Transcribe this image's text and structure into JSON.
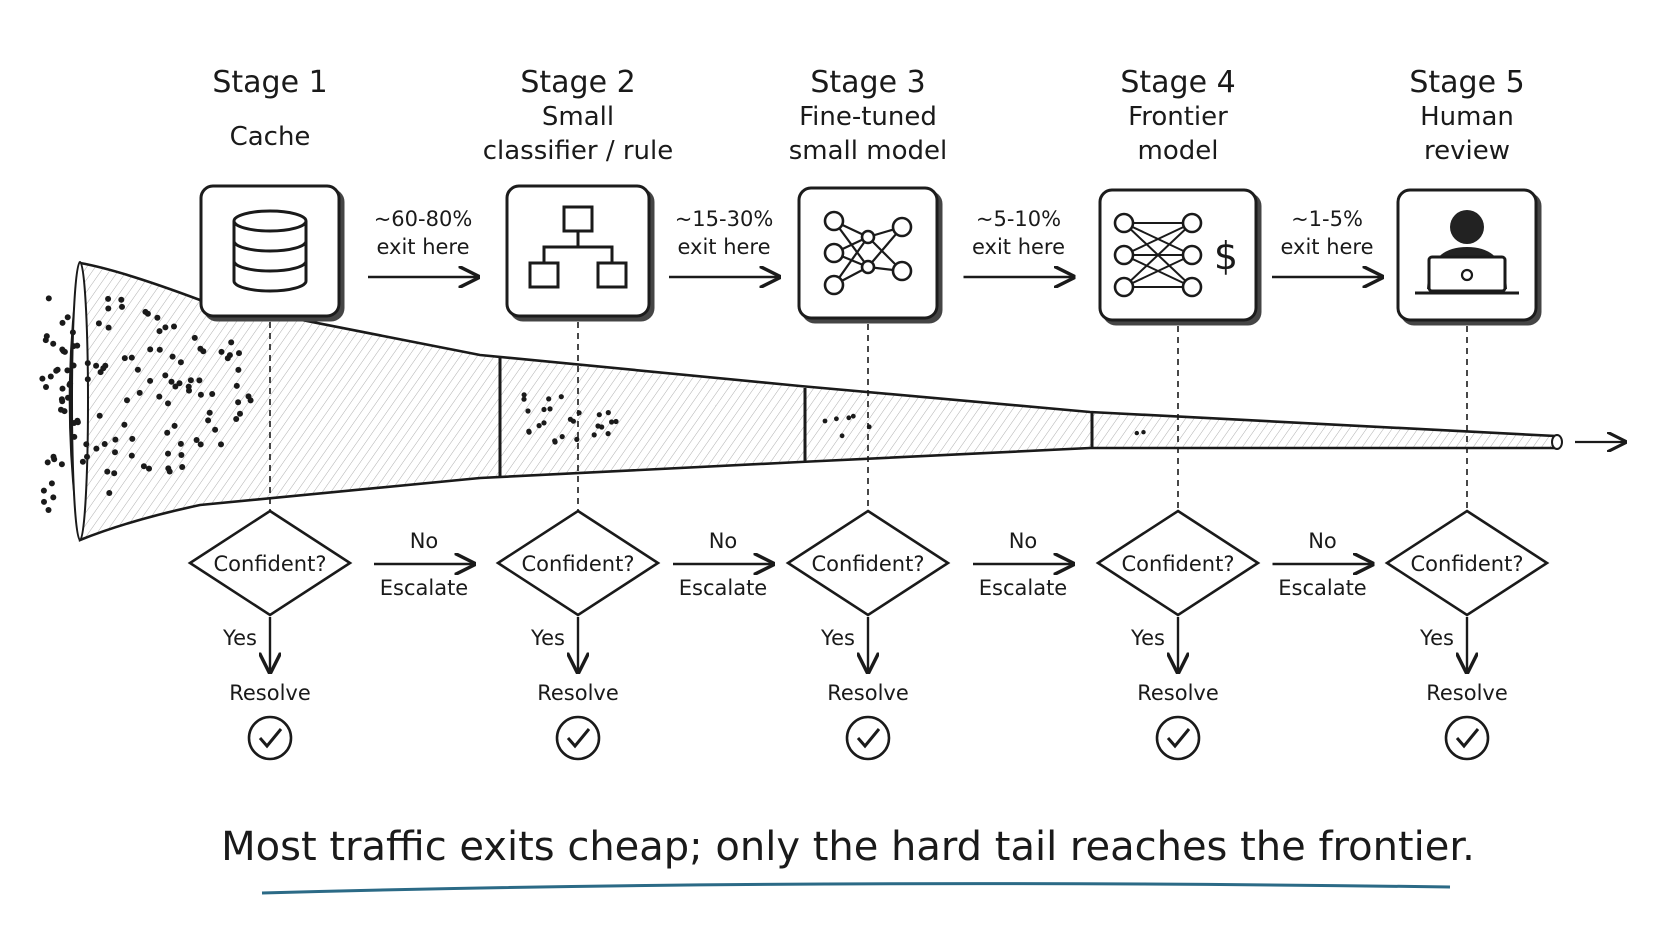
{
  "stages": [
    {
      "title": "Stage 1",
      "subtitle": [
        "Cache"
      ],
      "icon": "database-icon",
      "exit": [
        "~60-80%",
        "exit here"
      ],
      "no": "No",
      "escalate": "Escalate"
    },
    {
      "title": "Stage 2",
      "subtitle": [
        "Small",
        "classifier / rule"
      ],
      "icon": "hierarchy-icon",
      "exit": [
        "~15-30%",
        "exit here"
      ],
      "no": "No",
      "escalate": "Escalate"
    },
    {
      "title": "Stage 3",
      "subtitle": [
        "Fine-tuned",
        "small model"
      ],
      "icon": "network-icon",
      "exit": [
        "~5-10%",
        "exit here"
      ],
      "no": "No",
      "escalate": "Escalate"
    },
    {
      "title": "Stage 4",
      "subtitle": [
        "Frontier",
        "model"
      ],
      "icon": "neural-net-dollar-icon",
      "dollar": "$",
      "exit": [
        "~1-5%",
        "exit here"
      ],
      "no": "No",
      "escalate": "Escalate"
    },
    {
      "title": "Stage 5",
      "subtitle": [
        "Human",
        "review"
      ],
      "icon": "person-laptop-icon"
    }
  ],
  "decision": {
    "label": "Confident?",
    "yes": "Yes",
    "resolve": "Resolve"
  },
  "caption": "Most traffic exits cheap; only the hard tail reaches the frontier.",
  "colors": {
    "ink": "#1a1a1a",
    "underline": "#2b6a86"
  }
}
